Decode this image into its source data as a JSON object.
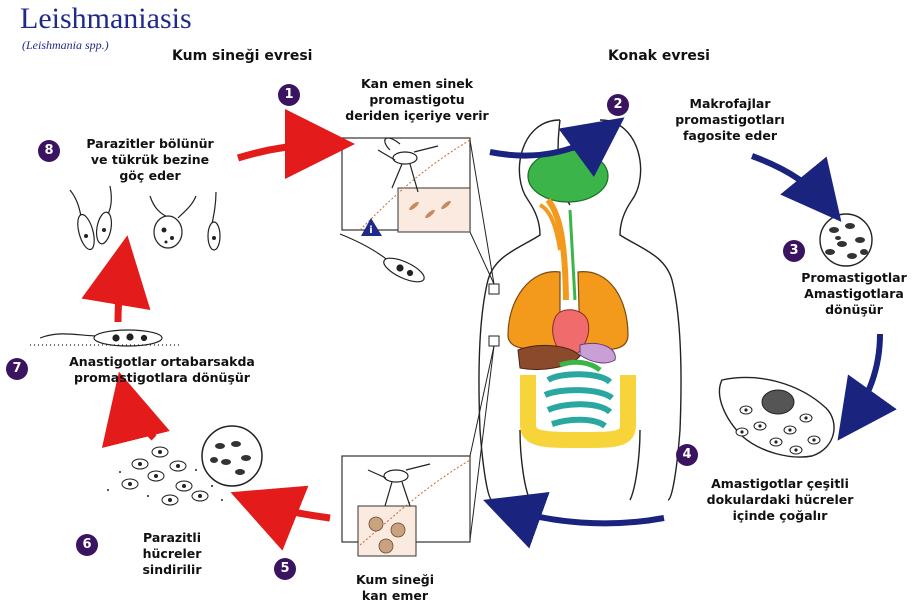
{
  "title": "Leishmaniasis",
  "subtitle": "(Leishmania spp.)",
  "sections": {
    "sand_fly": "Kum sineği evresi",
    "host": "Konak evresi"
  },
  "stages": [
    {
      "num": "1",
      "lines": [
        "Kan emen sinek",
        "promastigotu",
        "deriden içeriye verir"
      ]
    },
    {
      "num": "2",
      "lines": [
        "Makrofajlar",
        "promastigotları",
        "fagosite eder"
      ]
    },
    {
      "num": "3",
      "lines": [
        "Promastigotlar",
        "Amastigotlara",
        "dönüşür"
      ]
    },
    {
      "num": "4",
      "lines": [
        "Amastigotlar çeşitli",
        "dokulardaki hücreler",
        "içinde çoğalır"
      ]
    },
    {
      "num": "5",
      "lines": [
        "Kum sineği",
        "kan emer"
      ]
    },
    {
      "num": "6",
      "lines": [
        "Parazitli",
        "hücreler",
        "sindirilir"
      ]
    },
    {
      "num": "7",
      "lines": [
        "Anastigotlar ortabarsakda",
        "promastigotlara dönüşür"
      ]
    },
    {
      "num": "8",
      "lines": [
        "Parazitler bölünür",
        "ve tükrük bezine",
        "göç eder"
      ]
    }
  ],
  "infective_marker": "i",
  "colors": {
    "title": "#1f2a8a",
    "badge": "#3a1460",
    "host_arrows": "#1a237e",
    "vector_arrows": "#e31b1b",
    "brain": "#3bb54a",
    "lungs": "#f39a1d",
    "heart": "#f06b6b",
    "liver": "#8b4a2b",
    "stomach": "#c9a0d6",
    "intestine_large": "#f7d43a",
    "intestine_small": "#2aa7a1",
    "panel_bg": "#fbeadf"
  }
}
